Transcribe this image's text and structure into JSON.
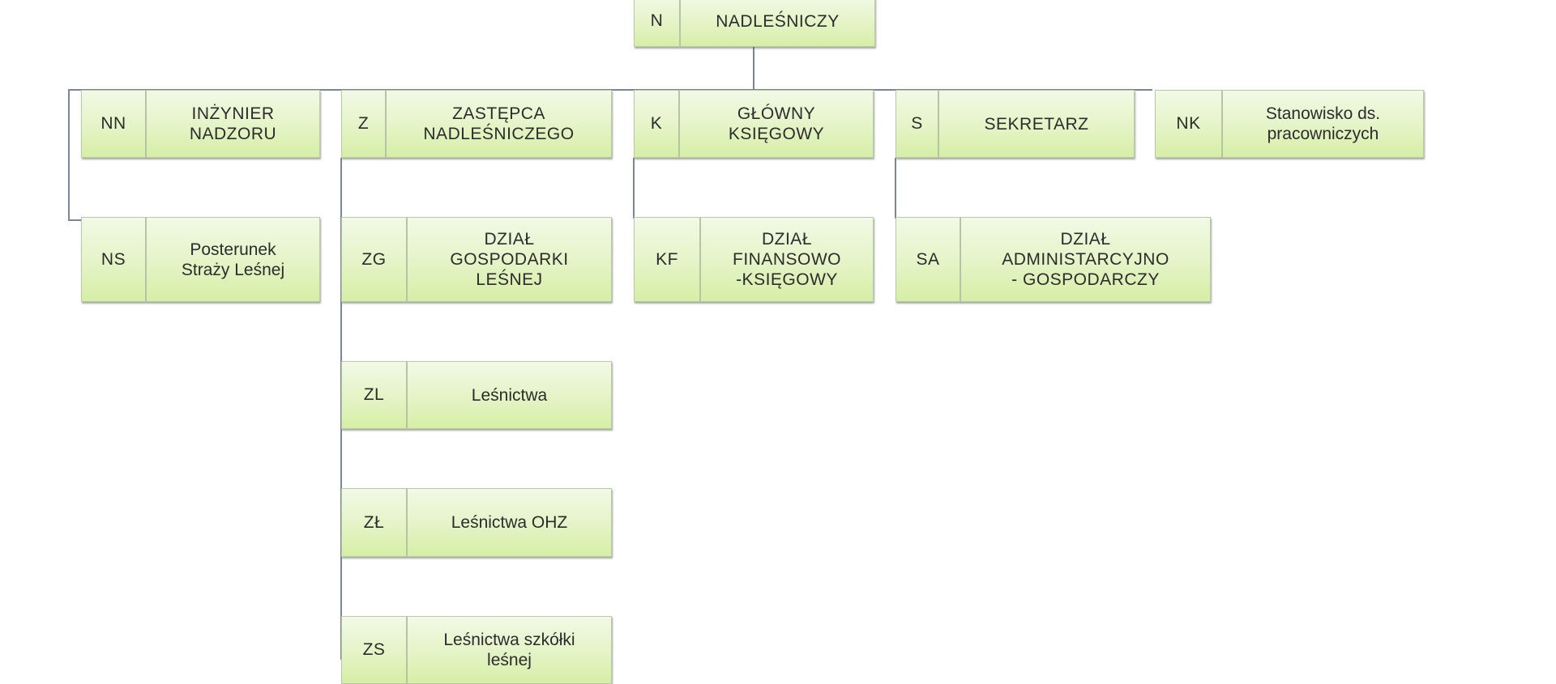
{
  "chart_title": "",
  "colors": {
    "box_top": "#f2f9e6",
    "box_bottom": "#d6eea6",
    "box_border": "#b9c8a8",
    "connector": "#7a8694",
    "text": "#2c2c2c"
  },
  "root": {
    "code": "N",
    "label": "NADLEŚNICZY"
  },
  "row1": [
    {
      "code": "NN",
      "label": "INŻYNIER\nNADZORU"
    },
    {
      "code": "Z",
      "label": "ZASTĘPCA\nNADLEŚNICZEGO"
    },
    {
      "code": "K",
      "label": "GŁÓWNY\nKSIĘGOWY"
    },
    {
      "code": "S",
      "label": "SEKRETARZ"
    },
    {
      "code": "NK",
      "label": "Stanowisko ds.\npracowniczych"
    }
  ],
  "row2": [
    {
      "code": "NS",
      "label": "Posterunek\nStraży Leśnej",
      "parent": "NN"
    },
    {
      "code": "ZG",
      "label": "DZIAŁ\nGOSPODARKI\nLEŚNEJ",
      "parent": "Z"
    },
    {
      "code": "KF",
      "label": "DZIAŁ\nFINANSOWO\n-KSIĘGOWY",
      "parent": "K"
    },
    {
      "code": "SA",
      "label": "DZIAŁ\nADMINISTARCYJNO\n- GOSPODARCZY",
      "parent": "S"
    }
  ],
  "z_column": [
    {
      "code": "ZL",
      "label": "Leśnictwa",
      "parent": "Z"
    },
    {
      "code": "ZŁ",
      "label": "Leśnictwa OHZ",
      "parent": "Z"
    },
    {
      "code": "ZS",
      "label": "Leśnictwa szkółki\nleśnej",
      "parent": "Z"
    }
  ]
}
